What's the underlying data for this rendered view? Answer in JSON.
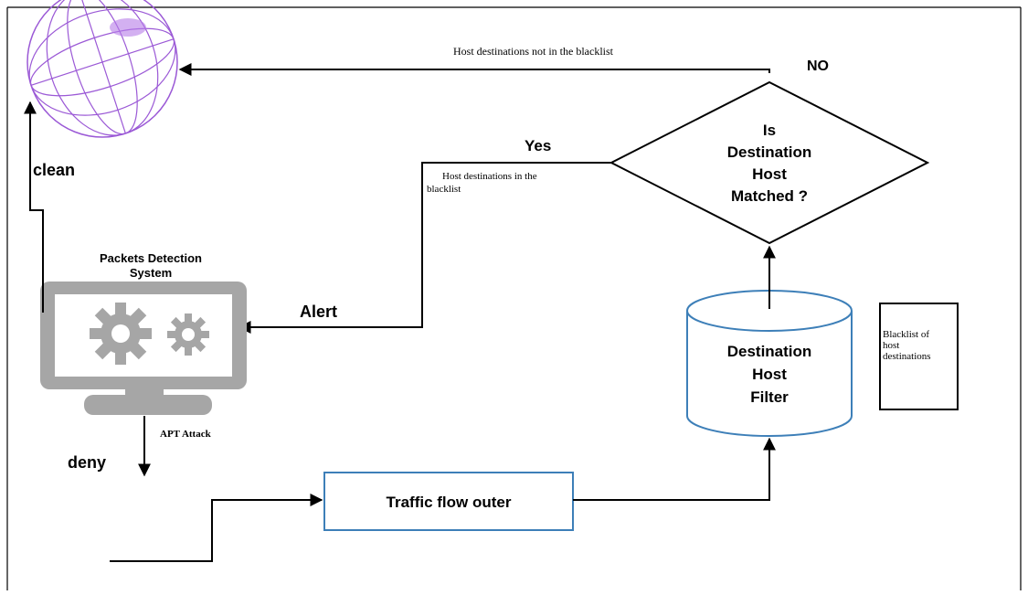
{
  "labels": {
    "no": "NO",
    "yes": "Yes",
    "clean": "clean",
    "alert": "Alert",
    "deny": "deny",
    "apt_attack": "APT Attack",
    "not_in_blacklist": "Host destinations not in the  blacklist",
    "in_blacklist_line1": "Host destinations  in the",
    "in_blacklist_line2": "blacklist"
  },
  "decision": {
    "line1": "Is",
    "line2": "Destination",
    "line3": "Host",
    "line4": "Matched ?"
  },
  "filter": {
    "line1": "Destination",
    "line2": "Host",
    "line3": "Filter"
  },
  "blacklist_box": {
    "line1": "Blacklist of",
    "line2": "host",
    "line3": "destinations"
  },
  "traffic_box": {
    "label": "Traffic flow outer"
  },
  "pds": {
    "line1": "Packets Detection",
    "line2": "System"
  },
  "colors": {
    "globe": "#9b59d6",
    "computer": "#a6a6a6",
    "box_border": "#3d7fb8",
    "line": "#000000"
  },
  "icons": {
    "globe": "globe-icon",
    "computer": "computer-gears-icon"
  }
}
